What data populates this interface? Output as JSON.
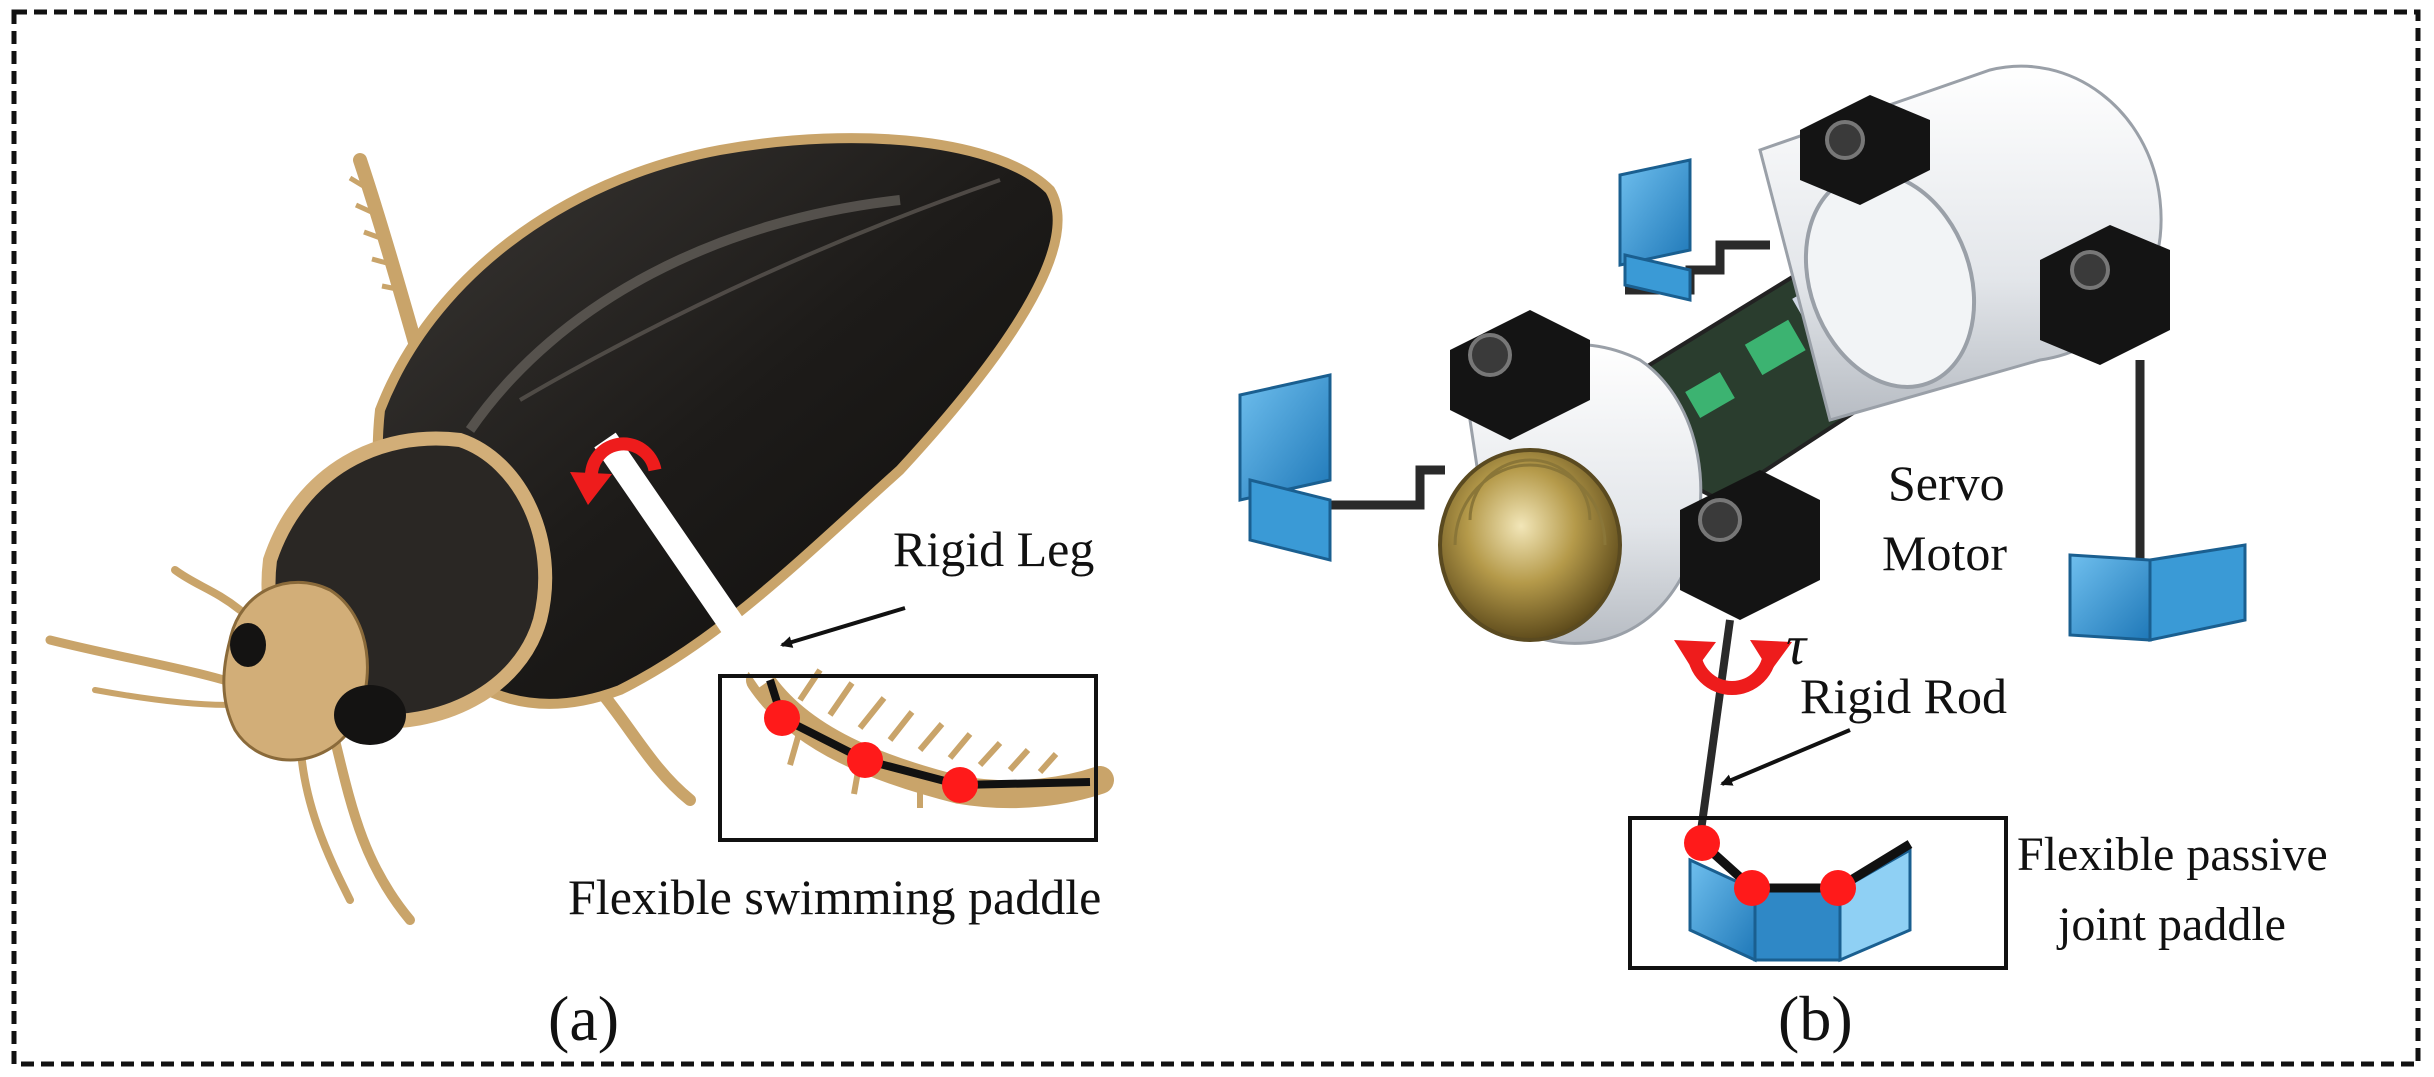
{
  "panel_a": {
    "label": "(a)",
    "rigid_leg_label": "Rigid Leg",
    "paddle_label": "Flexible swimming paddle"
  },
  "panel_b": {
    "label": "(b)",
    "servo_label_line1": "Servo",
    "servo_label_line2": "Motor",
    "torque_symbol": "τ",
    "rigid_rod_label": "Rigid Rod",
    "paddle_label_line1": "Flexible passive",
    "paddle_label_line2": "joint paddle"
  },
  "colors": {
    "joint_red": "#ff1a1a",
    "rotation_arrow_red": "#ee1c1c",
    "paddle_blue": "#3a9ad6",
    "beetle_dark": "#1f1d1a",
    "beetle_tan": "#d2ae78",
    "robot_white": "#eef0f2"
  }
}
